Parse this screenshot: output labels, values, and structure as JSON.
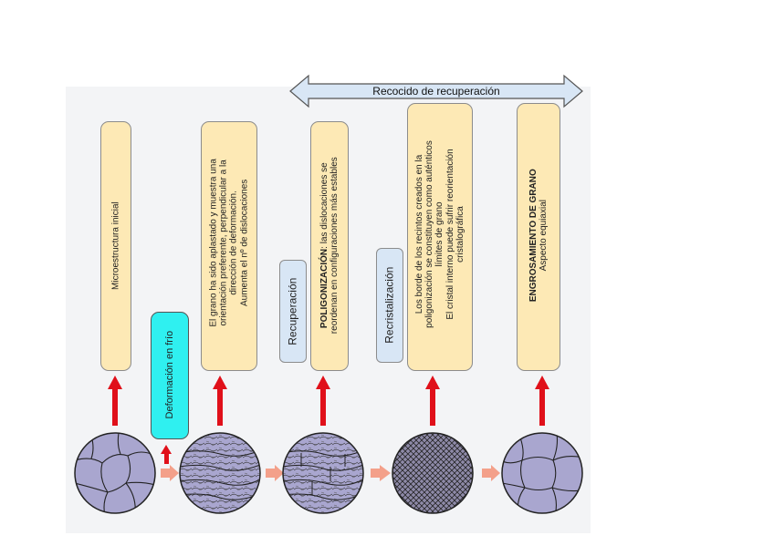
{
  "arrow_label": "Recocido de recuperación",
  "boxes": {
    "initial": "Microestructura inicial",
    "cold": "Deformación en frío",
    "flattened": [
      "El grano ha sido aplastado y muestra una",
      "orientación preferente, perpendicular a la",
      "dirección de deformación.",
      "Aumenta el nº de dislocaciones"
    ],
    "recovery_tag": "Recuperación",
    "polygon_bold": "POLIGONIZACIÓN",
    "polygon_rest": ": las dislocaciones se",
    "polygon_line2": "reordenan en configuraciones más estables",
    "recryst_tag": "Recristalización",
    "recryst": [
      "Los borde de los recintos creados en la",
      "poligonización se constituyen como auténticos",
      "límites de grano",
      "El cristal interno puede sufrir reorientación",
      "cristalográfica"
    ],
    "growth_title": "ENGROSAMIENTO DE GRANO",
    "growth_sub": "Aspecto equiaxial"
  },
  "colors": {
    "box_fill": "#fde9b5",
    "cold_fill": "#2ff0f0",
    "tag_fill": "#d8e6f5",
    "banner_fill": "#d8e6f5",
    "red_arrow": "#e0101a",
    "salmon_arrow": "#f3a08a",
    "grain_fill": "#a9a6cf"
  }
}
